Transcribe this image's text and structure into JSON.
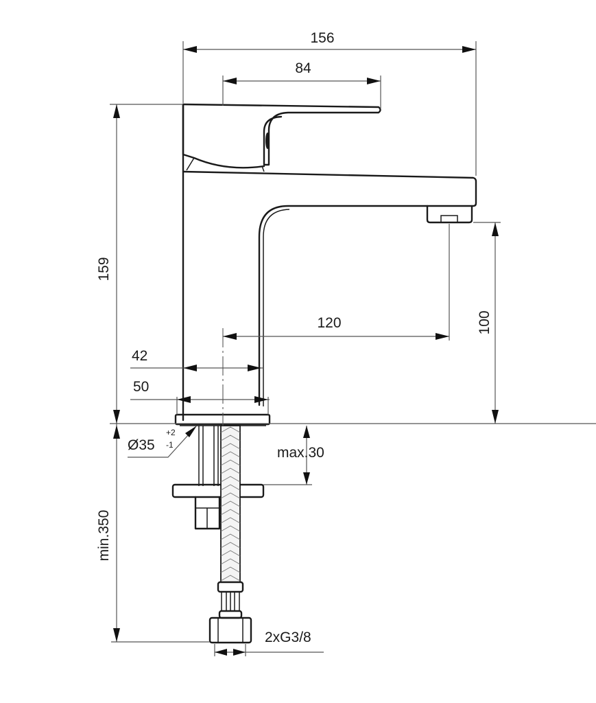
{
  "drawing": {
    "title": "Single lever basin mixer - side elevation dimension drawing",
    "units": "mm",
    "line_color": "#1a1a1a",
    "dimension_line_color": "#555555",
    "background": "#ffffff"
  },
  "dimensions": {
    "overall_length": {
      "label": "156",
      "orientation": "horizontal"
    },
    "lever_length": {
      "label": "84",
      "orientation": "horizontal"
    },
    "overall_height": {
      "label": "159",
      "orientation": "vertical"
    },
    "spout_projection": {
      "label": "120",
      "orientation": "horizontal"
    },
    "spout_outlet_height": {
      "label": "100",
      "orientation": "vertical"
    },
    "body_width": {
      "label": "42",
      "orientation": "horizontal"
    },
    "base_width": {
      "label": "50",
      "orientation": "horizontal"
    },
    "hole_diameter": {
      "label": "Ø35",
      "tolerance_upper": "+2",
      "tolerance_lower": "-1"
    },
    "max_deck_thickness": {
      "label": "max.30",
      "orientation": "vertical"
    },
    "min_hose_length": {
      "label": "min.350",
      "orientation": "vertical"
    },
    "connection_thread": {
      "label": "2xG3/8",
      "orientation": "horizontal"
    }
  },
  "components": [
    {
      "name": "lever-handle"
    },
    {
      "name": "mixer-body"
    },
    {
      "name": "spout"
    },
    {
      "name": "aerator"
    },
    {
      "name": "base-plate"
    },
    {
      "name": "threaded-rod"
    },
    {
      "name": "fixing-plate"
    },
    {
      "name": "fixing-nut"
    },
    {
      "name": "braided-flex-hose"
    },
    {
      "name": "hose-connector-nut"
    }
  ]
}
